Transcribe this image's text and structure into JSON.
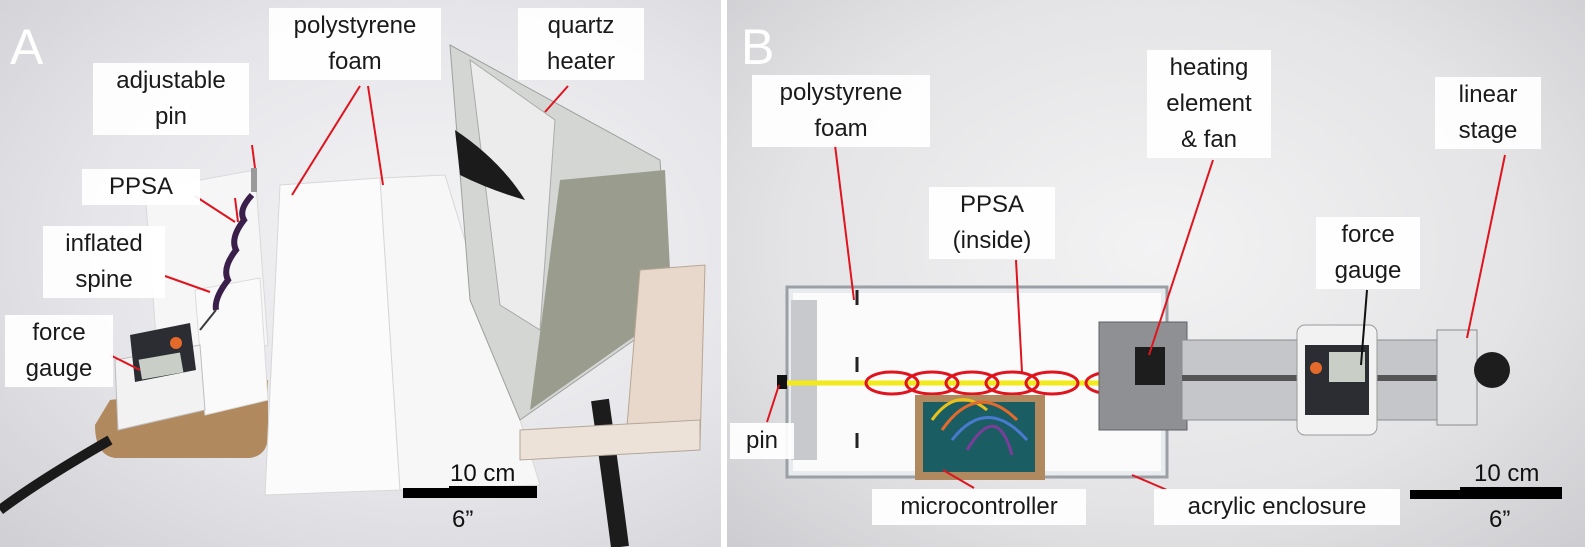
{
  "panel_a": {
    "letter": "A",
    "labels": {
      "adjustable_pin": [
        "adjustable",
        "pin"
      ],
      "polystyrene_foam": [
        "polystyrene",
        "foam"
      ],
      "quartz_heater": [
        "quartz",
        "heater"
      ],
      "ppsa": [
        "PPSA"
      ],
      "inflated_spine": [
        "inflated",
        "spine"
      ],
      "force_gauge": [
        "force",
        "gauge"
      ]
    },
    "scale": {
      "metric": "10 cm",
      "imperial": "6”"
    }
  },
  "panel_b": {
    "letter": "B",
    "labels": {
      "polystyrene_foam": [
        "polystyrene",
        "foam"
      ],
      "ppsa_inside": [
        "PPSA",
        "(inside)"
      ],
      "heating_element_fan": [
        "heating",
        "element",
        "& fan"
      ],
      "linear_stage": [
        "linear",
        "stage"
      ],
      "force_gauge": [
        "force",
        "gauge"
      ],
      "pin": [
        "pin"
      ],
      "microcontroller": [
        "microcontroller"
      ],
      "acrylic_enclosure": [
        "acrylic enclosure"
      ]
    },
    "scale": {
      "metric": "10 cm",
      "imperial": "6”"
    }
  },
  "colors": {
    "leader_lines": "#e0141e",
    "ppsa_loops": "#e0141e",
    "spine_line": "#f2ea1a",
    "scalebar": "#000000"
  }
}
